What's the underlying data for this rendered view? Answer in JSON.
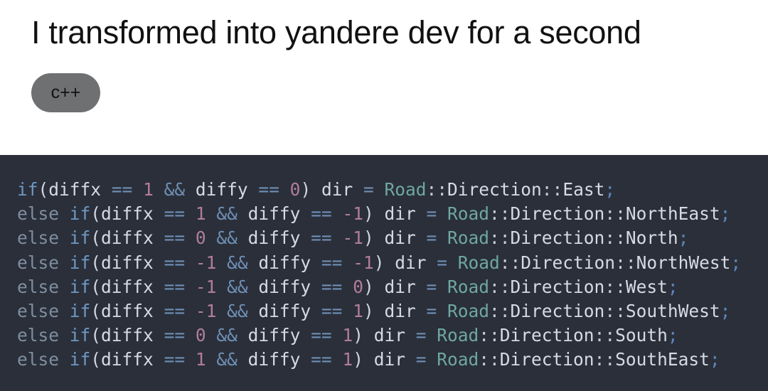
{
  "post": {
    "title": "I transformed into yandere dev for a second",
    "tag": "c++"
  },
  "code": {
    "lines": [
      [
        [
          "kw",
          "if"
        ],
        [
          "pun",
          "("
        ],
        [
          "id",
          "diffx "
        ],
        [
          "op",
          "=="
        ],
        [
          "id",
          " "
        ],
        [
          "num",
          "1"
        ],
        [
          "id",
          " "
        ],
        [
          "op",
          "&&"
        ],
        [
          "id",
          " diffy "
        ],
        [
          "op",
          "=="
        ],
        [
          "id",
          " "
        ],
        [
          "num",
          "0"
        ],
        [
          "pun",
          ")"
        ],
        [
          "id",
          " dir "
        ],
        [
          "op",
          "="
        ],
        [
          "id",
          " "
        ],
        [
          "ty",
          "Road"
        ],
        [
          "sep",
          "::"
        ],
        [
          "id",
          "Direction"
        ],
        [
          "sep",
          "::"
        ],
        [
          "id",
          "East"
        ],
        [
          "semi",
          ";"
        ]
      ],
      [
        [
          "else",
          "else "
        ],
        [
          "kw",
          "if"
        ],
        [
          "pun",
          "("
        ],
        [
          "id",
          "diffx "
        ],
        [
          "op",
          "=="
        ],
        [
          "id",
          " "
        ],
        [
          "num",
          "1"
        ],
        [
          "id",
          " "
        ],
        [
          "op",
          "&&"
        ],
        [
          "id",
          " diffy "
        ],
        [
          "op",
          "=="
        ],
        [
          "id",
          " "
        ],
        [
          "num",
          "-1"
        ],
        [
          "pun",
          ")"
        ],
        [
          "id",
          " dir "
        ],
        [
          "op",
          "="
        ],
        [
          "id",
          " "
        ],
        [
          "ty",
          "Road"
        ],
        [
          "sep",
          "::"
        ],
        [
          "id",
          "Direction"
        ],
        [
          "sep",
          "::"
        ],
        [
          "id",
          "NorthEast"
        ],
        [
          "semi",
          ";"
        ]
      ],
      [
        [
          "else",
          "else "
        ],
        [
          "kw",
          "if"
        ],
        [
          "pun",
          "("
        ],
        [
          "id",
          "diffx "
        ],
        [
          "op",
          "=="
        ],
        [
          "id",
          " "
        ],
        [
          "num",
          "0"
        ],
        [
          "id",
          " "
        ],
        [
          "op",
          "&&"
        ],
        [
          "id",
          " diffy "
        ],
        [
          "op",
          "=="
        ],
        [
          "id",
          " "
        ],
        [
          "num",
          "-1"
        ],
        [
          "pun",
          ")"
        ],
        [
          "id",
          " dir "
        ],
        [
          "op",
          "="
        ],
        [
          "id",
          " "
        ],
        [
          "ty",
          "Road"
        ],
        [
          "sep",
          "::"
        ],
        [
          "id",
          "Direction"
        ],
        [
          "sep",
          "::"
        ],
        [
          "id",
          "North"
        ],
        [
          "semi",
          ";"
        ]
      ],
      [
        [
          "else",
          "else "
        ],
        [
          "kw",
          "if"
        ],
        [
          "pun",
          "("
        ],
        [
          "id",
          "diffx "
        ],
        [
          "op",
          "=="
        ],
        [
          "id",
          " "
        ],
        [
          "num",
          "-1"
        ],
        [
          "id",
          " "
        ],
        [
          "op",
          "&&"
        ],
        [
          "id",
          " diffy "
        ],
        [
          "op",
          "=="
        ],
        [
          "id",
          " "
        ],
        [
          "num",
          "-1"
        ],
        [
          "pun",
          ")"
        ],
        [
          "id",
          " dir "
        ],
        [
          "op",
          "="
        ],
        [
          "id",
          " "
        ],
        [
          "ty",
          "Road"
        ],
        [
          "sep",
          "::"
        ],
        [
          "id",
          "Direction"
        ],
        [
          "sep",
          "::"
        ],
        [
          "id",
          "NorthWest"
        ],
        [
          "semi",
          ";"
        ]
      ],
      [
        [
          "else",
          "else "
        ],
        [
          "kw",
          "if"
        ],
        [
          "pun",
          "("
        ],
        [
          "id",
          "diffx "
        ],
        [
          "op",
          "=="
        ],
        [
          "id",
          " "
        ],
        [
          "num",
          "-1"
        ],
        [
          "id",
          " "
        ],
        [
          "op",
          "&&"
        ],
        [
          "id",
          " diffy "
        ],
        [
          "op",
          "=="
        ],
        [
          "id",
          " "
        ],
        [
          "num",
          "0"
        ],
        [
          "pun",
          ")"
        ],
        [
          "id",
          " dir "
        ],
        [
          "op",
          "="
        ],
        [
          "id",
          " "
        ],
        [
          "ty",
          "Road"
        ],
        [
          "sep",
          "::"
        ],
        [
          "id",
          "Direction"
        ],
        [
          "sep",
          "::"
        ],
        [
          "id",
          "West"
        ],
        [
          "semi",
          ";"
        ]
      ],
      [
        [
          "else",
          "else "
        ],
        [
          "kw",
          "if"
        ],
        [
          "pun",
          "("
        ],
        [
          "id",
          "diffx "
        ],
        [
          "op",
          "=="
        ],
        [
          "id",
          " "
        ],
        [
          "num",
          "-1"
        ],
        [
          "id",
          " "
        ],
        [
          "op",
          "&&"
        ],
        [
          "id",
          " diffy "
        ],
        [
          "op",
          "=="
        ],
        [
          "id",
          " "
        ],
        [
          "num",
          "1"
        ],
        [
          "pun",
          ")"
        ],
        [
          "id",
          " dir "
        ],
        [
          "op",
          "="
        ],
        [
          "id",
          " "
        ],
        [
          "ty",
          "Road"
        ],
        [
          "sep",
          "::"
        ],
        [
          "id",
          "Direction"
        ],
        [
          "sep",
          "::"
        ],
        [
          "id",
          "SouthWest"
        ],
        [
          "semi",
          ";"
        ]
      ],
      [
        [
          "else",
          "else "
        ],
        [
          "kw",
          "if"
        ],
        [
          "pun",
          "("
        ],
        [
          "id",
          "diffx "
        ],
        [
          "op",
          "=="
        ],
        [
          "id",
          " "
        ],
        [
          "num",
          "0"
        ],
        [
          "id",
          " "
        ],
        [
          "op",
          "&&"
        ],
        [
          "id",
          " diffy "
        ],
        [
          "op",
          "=="
        ],
        [
          "id",
          " "
        ],
        [
          "num",
          "1"
        ],
        [
          "pun",
          ")"
        ],
        [
          "id",
          " dir "
        ],
        [
          "op",
          "="
        ],
        [
          "id",
          " "
        ],
        [
          "ty",
          "Road"
        ],
        [
          "sep",
          "::"
        ],
        [
          "id",
          "Direction"
        ],
        [
          "sep",
          "::"
        ],
        [
          "id",
          "South"
        ],
        [
          "semi",
          ";"
        ]
      ],
      [
        [
          "else",
          "else "
        ],
        [
          "kw",
          "if"
        ],
        [
          "pun",
          "("
        ],
        [
          "id",
          "diffx "
        ],
        [
          "op",
          "=="
        ],
        [
          "id",
          " "
        ],
        [
          "num",
          "1"
        ],
        [
          "id",
          " "
        ],
        [
          "op",
          "&&"
        ],
        [
          "id",
          " diffy "
        ],
        [
          "op",
          "=="
        ],
        [
          "id",
          " "
        ],
        [
          "num",
          "1"
        ],
        [
          "pun",
          ")"
        ],
        [
          "id",
          " dir "
        ],
        [
          "op",
          "="
        ],
        [
          "id",
          " "
        ],
        [
          "ty",
          "Road"
        ],
        [
          "sep",
          "::"
        ],
        [
          "id",
          "Direction"
        ],
        [
          "sep",
          "::"
        ],
        [
          "id",
          "SouthEast"
        ],
        [
          "semi",
          ";"
        ]
      ]
    ]
  }
}
